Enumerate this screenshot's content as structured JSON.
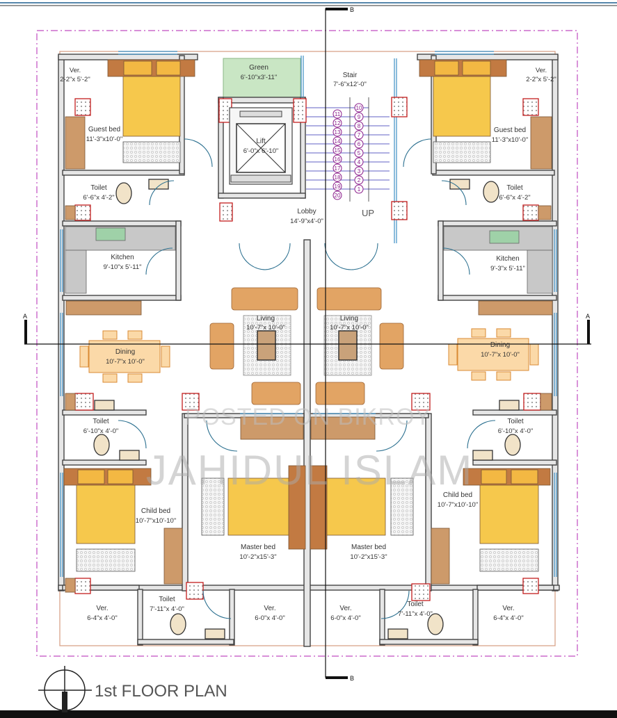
{
  "title": "1st FLOOR PLAN",
  "section_marks": {
    "a": "A",
    "b": "B"
  },
  "stair_direction": "UP",
  "stair_steps": [
    "1",
    "2",
    "3",
    "4",
    "5",
    "6",
    "7",
    "8",
    "9",
    "10",
    "11",
    "12",
    "13",
    "14",
    "15",
    "16",
    "17",
    "18",
    "19",
    "20"
  ],
  "watermark": {
    "line1": "POSTED ON BIKROY",
    "line2": "JAHIDUL ISLAM"
  },
  "rooms": {
    "ver_tl": {
      "name": "Ver.",
      "size": "2-2\"x 5'-2\""
    },
    "ver_tr": {
      "name": "Ver.",
      "size": "2-2\"x 5'-2\""
    },
    "green": {
      "name": "Green",
      "size": "6'-10\"x3'-11\""
    },
    "stair": {
      "name": "Stair",
      "size": "7'-6\"x12'-0\""
    },
    "lift": {
      "name": "Lift",
      "size": "6'-0\"x 6'-10\""
    },
    "lobby": {
      "name": "Lobby",
      "size": "14'-9\"x4'-0\""
    },
    "guest_l": {
      "name": "Guest bed",
      "size": "11'-3\"x10'-0\""
    },
    "guest_r": {
      "name": "Guest bed",
      "size": "11'-3\"x10'-0\""
    },
    "toilet_l1": {
      "name": "Toilet",
      "size": "6'-6\"x 4'-2\""
    },
    "toilet_r1": {
      "name": "Toilet",
      "size": "6'-6\"x 4'-2\""
    },
    "kitchen_l": {
      "name": "Kitchen",
      "size": "9'-10\"x 5'-11\""
    },
    "kitchen_r": {
      "name": "Kitchen",
      "size": "9'-3\"x 5'-11\""
    },
    "living_l": {
      "name": "Living",
      "size": "10'-7\"x 10'-0\""
    },
    "living_r": {
      "name": "Living",
      "size": "10'-7\"x 10'-0\""
    },
    "dining_l": {
      "name": "Dining",
      "size": "10'-7\"x 10'-0\""
    },
    "dining_r": {
      "name": "Dining",
      "size": "10'-7\"x 10'-0\""
    },
    "toilet_l2": {
      "name": "Toilet",
      "size": "6'-10\"x 4'-0\""
    },
    "toilet_r2": {
      "name": "Toilet",
      "size": "6'-10\"x 4'-0\""
    },
    "child_l": {
      "name": "Child bed",
      "size": "10'-7\"x10'-10\""
    },
    "child_r": {
      "name": "Child bed",
      "size": "10'-7\"x10'-10\""
    },
    "master_l": {
      "name": "Master bed",
      "size": "10'-2\"x15'-3\""
    },
    "master_r": {
      "name": "Master bed",
      "size": "10'-2\"x15'-3\""
    },
    "ver_bl": {
      "name": "Ver.",
      "size": "6-4\"x 4'-0\""
    },
    "ver_br": {
      "name": "Ver.",
      "size": "6-4\"x 4'-0\""
    },
    "toilet_bl": {
      "name": "Toilet",
      "size": "7'-11\"x 4'-0\""
    },
    "toilet_br": {
      "name": "Toilet",
      "size": "7'-11\"x 4'-0\""
    },
    "ver_bml": {
      "name": "Ver.",
      "size": "6-0\"x 4'-0\""
    },
    "ver_bmr": {
      "name": "Ver.",
      "size": "6-0\"x 4'-0\""
    }
  }
}
